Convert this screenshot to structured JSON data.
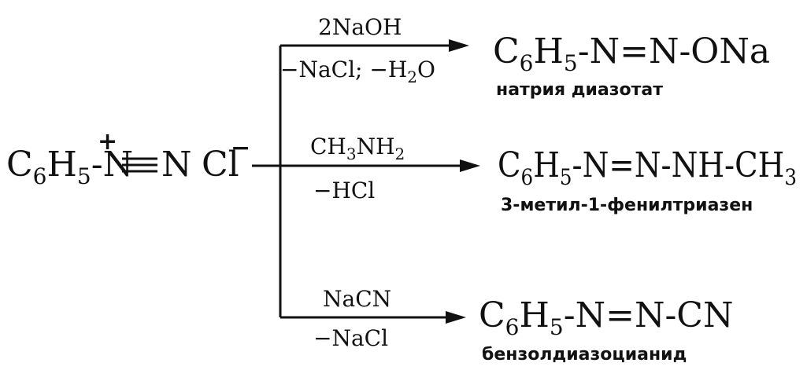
{
  "reactant": {
    "c": "C",
    "c_sub": "6",
    "h": "H",
    "h_sub": "5",
    "dash": "-",
    "n_plus": "N",
    "plus": "+",
    "n": "N",
    "cl": "Cl",
    "minus": "−"
  },
  "branches": [
    {
      "reagent_top": {
        "parts": [
          "2NaOH"
        ]
      },
      "reagent_bottom": {
        "parts": [
          "−NaCl; −H",
          "2",
          "O"
        ]
      },
      "product": {
        "c": "C",
        "c_sub": "6",
        "h": "H",
        "h_sub": "5",
        "rest": "-N=N-ONa"
      },
      "name": "натрия диазотат"
    },
    {
      "reagent_top": {
        "parts": [
          "CH",
          "3",
          "NH",
          "2"
        ]
      },
      "reagent_bottom": {
        "parts": [
          "−HCl"
        ]
      },
      "product": {
        "c": "C",
        "c_sub": "6",
        "h": "H",
        "h_sub": "5",
        "rest": "-N=N-NH-CH",
        "tail_sub": "3"
      },
      "name": "3-метил-1-фенилтриазен"
    },
    {
      "reagent_top": {
        "parts": [
          "NaCN"
        ]
      },
      "reagent_bottom": {
        "parts": [
          "−NaCl"
        ]
      },
      "product": {
        "c": "C",
        "c_sub": "6",
        "h": "H",
        "h_sub": "5",
        "rest": "-N=N-CN"
      },
      "name": "бензолдиазоцианид"
    }
  ],
  "colors": {
    "ink": "#111111",
    "background": "#ffffff"
  }
}
